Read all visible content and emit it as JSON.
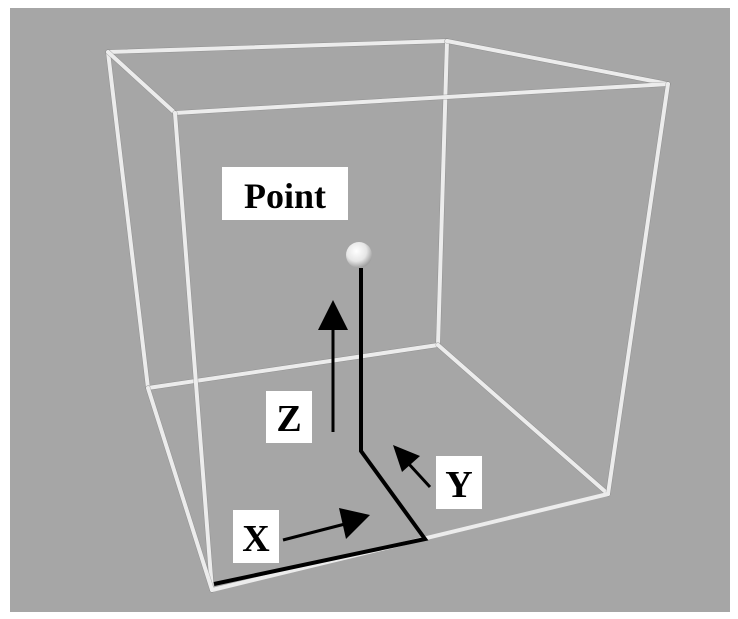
{
  "diagram": {
    "point_label": "Point",
    "axes": {
      "x": "X",
      "y": "Y",
      "z": "Z"
    }
  },
  "colors": {
    "background_gray": "#a6a6a6",
    "frame_white": "#ececec",
    "path_black": "#000000",
    "label_background": "#ffffff"
  }
}
